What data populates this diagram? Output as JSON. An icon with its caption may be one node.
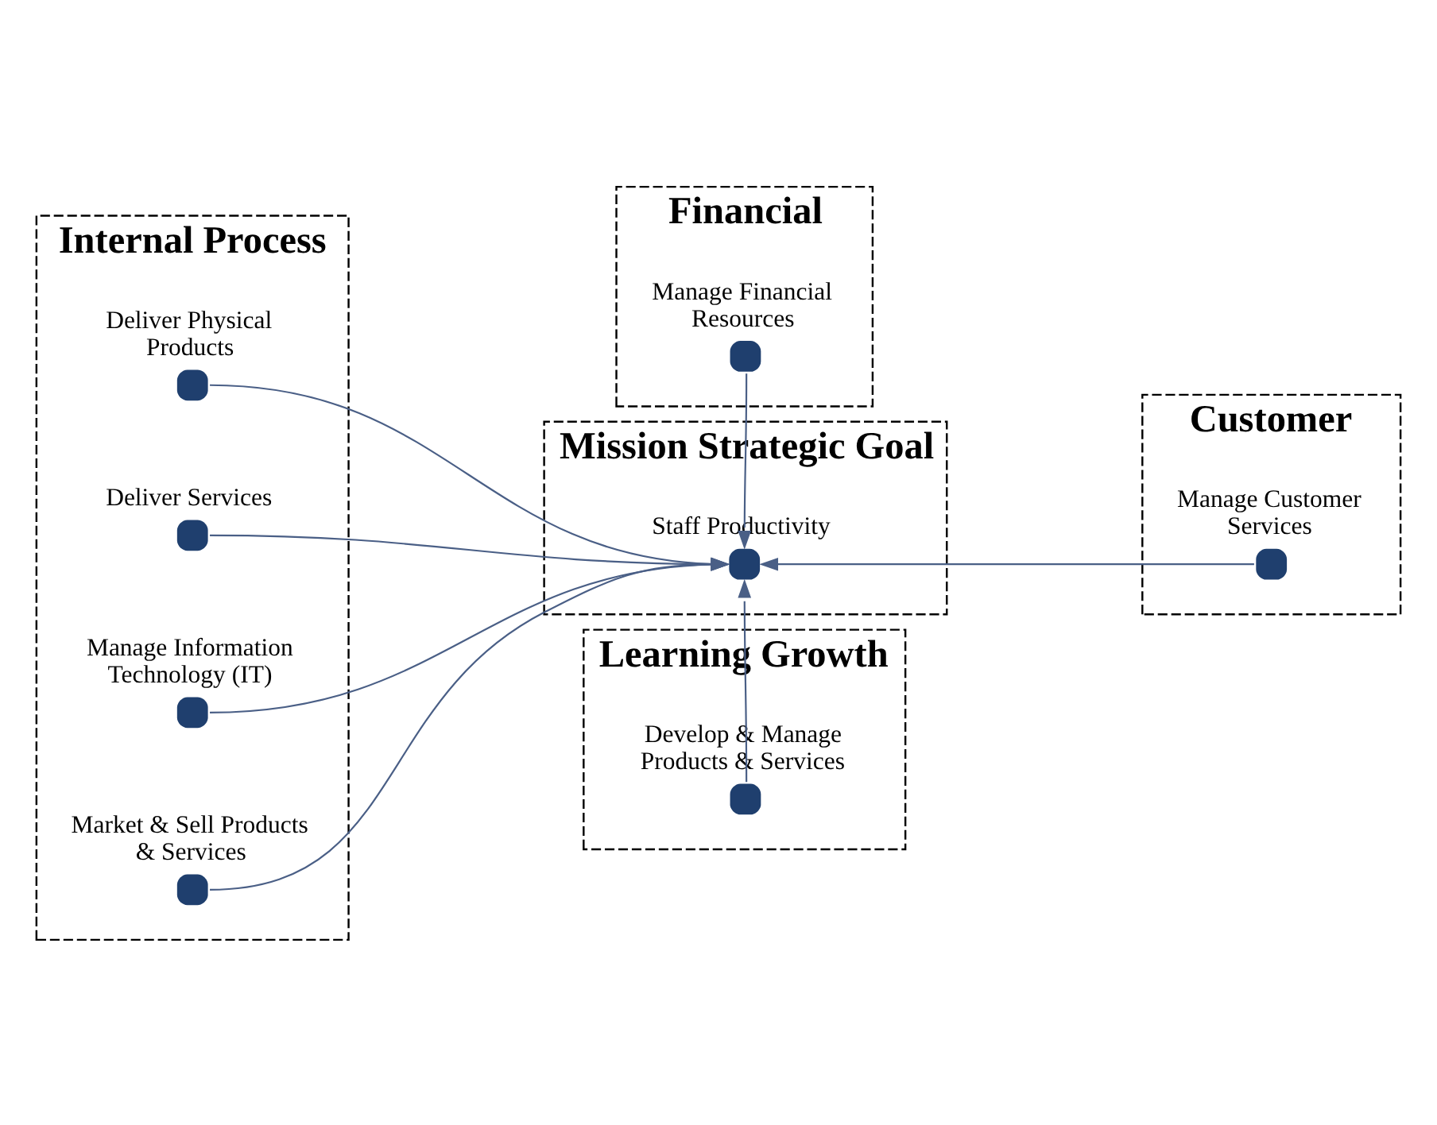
{
  "diagram": {
    "nodes": [
      {
        "text": [
          "Financial"
        ]
      },
      {
        "text": [],
        "shape": "circle",
        "in": 0,
        "beside": [
          "Manage Financial Resources"
        ]
      },
      {
        "text": [
          "Internal Process"
        ]
      },
      {
        "text": [],
        "shape": "circle",
        "in": 2,
        "beside": [
          "Deliver Physical Products"
        ]
      },
      {
        "text": [],
        "shape": "circle",
        "in": 2,
        "beside": [
          "Deliver Services"
        ]
      },
      {
        "text": [],
        "shape": "circle",
        "in": 2,
        "beside": [
          "Manage Information Technology (IT)"
        ]
      },
      {
        "text": [],
        "shape": "circle",
        "in": 2,
        "beside": [
          "Market & Sell Products & Services"
        ]
      },
      {
        "text": [
          "Mission Strategic Goal"
        ]
      },
      {
        "text": [],
        "shape": "circle",
        "in": 7,
        "beside": [
          "Staff Productivity"
        ]
      },
      {
        "text": [
          "Customer"
        ]
      },
      {
        "text": [],
        "shape": "circle",
        "in": 9,
        "beside": [
          "Manage Customer Services"
        ]
      },
      {
        "text": [
          "Learning Growth"
        ]
      },
      {
        "text": [],
        "shape": "circle",
        "in": 11,
        "beside": [
          "Develop & Manage Products & Services"
        ]
      }
    ],
    "edges": [
      {
        "from": 1,
        "to": 8,
        "arrow": "to"
      },
      {
        "from": 3,
        "to": 8,
        "arrow": "to"
      },
      {
        "from": 4,
        "to": 8,
        "arrow": "to"
      },
      {
        "from": 5,
        "to": 8,
        "arrow": "to"
      },
      {
        "from": 6,
        "to": 8,
        "arrow": "to"
      },
      {
        "from": 10,
        "to": 8,
        "arrow": "to"
      },
      {
        "from": 12,
        "to": 8,
        "arrow": "to"
      }
    ]
  }
}
